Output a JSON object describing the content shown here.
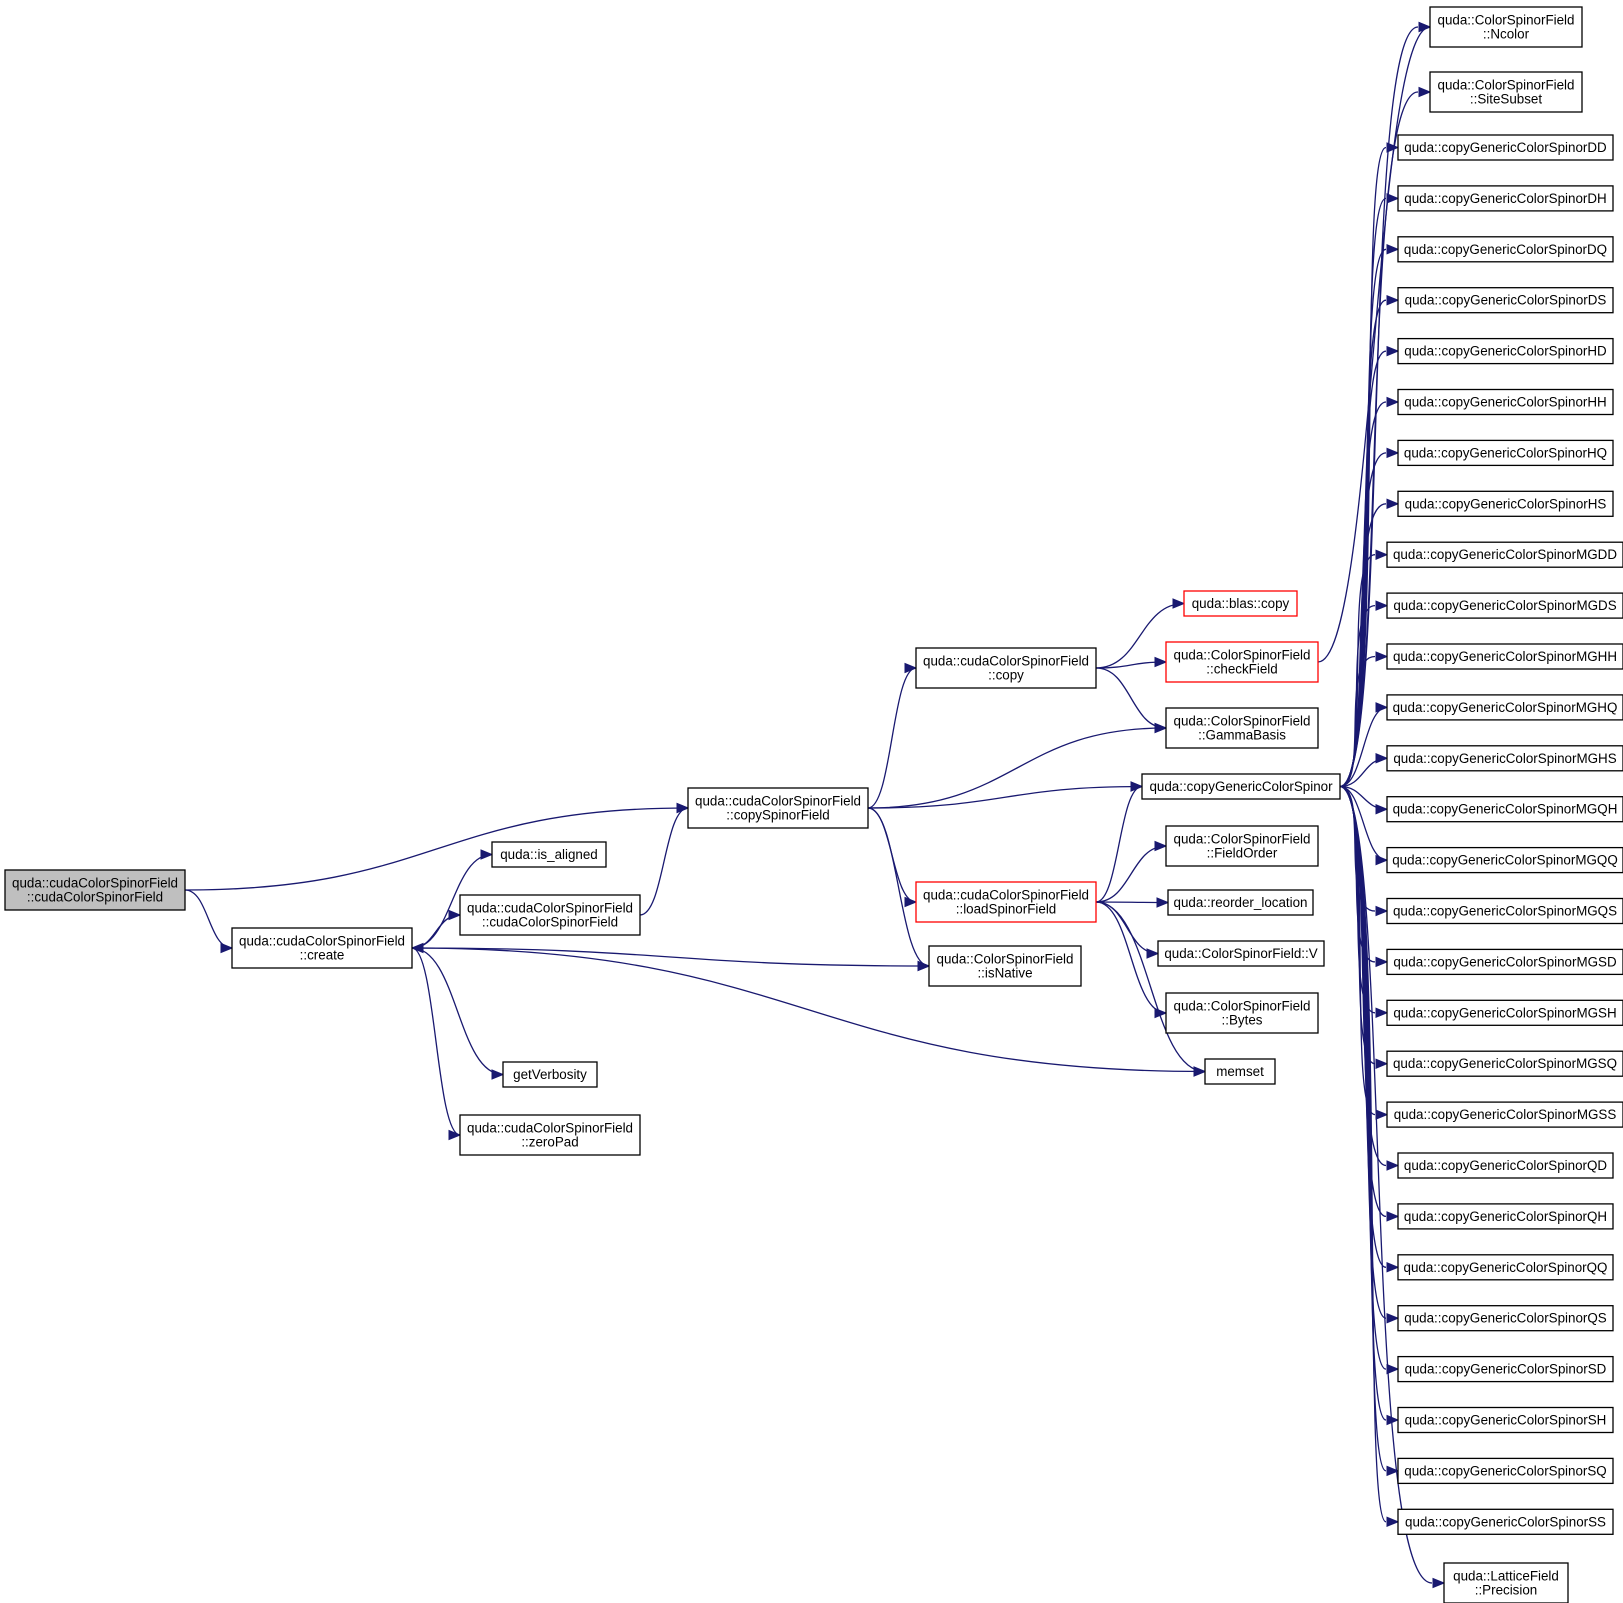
{
  "colors": {
    "edge": "#191970",
    "root_fill": "#bfbfbf",
    "highlight_border": "#ff0000"
  },
  "nodes": {
    "root": {
      "lines": [
        "quda::cudaColorSpinorField",
        "::cudaColorSpinorField"
      ]
    },
    "create": {
      "lines": [
        "quda::cudaColorSpinorField",
        "::create"
      ]
    },
    "is_aligned": {
      "lines": [
        "quda::is_aligned"
      ]
    },
    "ccsf2": {
      "lines": [
        "quda::cudaColorSpinorField",
        "::cudaColorSpinorField"
      ]
    },
    "getVerb": {
      "lines": [
        "getVerbosity"
      ]
    },
    "zeroPad": {
      "lines": [
        "quda::cudaColorSpinorField",
        "::zeroPad"
      ]
    },
    "copySF": {
      "lines": [
        "quda::cudaColorSpinorField",
        "::copySpinorField"
      ]
    },
    "copy": {
      "lines": [
        "quda::cudaColorSpinorField",
        "::copy"
      ]
    },
    "loadSF": {
      "lines": [
        "quda::cudaColorSpinorField",
        "::loadSpinorField"
      ]
    },
    "isNative": {
      "lines": [
        "quda::ColorSpinorField",
        "::isNative"
      ]
    },
    "blasCopy": {
      "lines": [
        "quda::blas::copy"
      ]
    },
    "checkField": {
      "lines": [
        "quda::ColorSpinorField",
        "::checkField"
      ]
    },
    "gamma": {
      "lines": [
        "quda::ColorSpinorField",
        "::GammaBasis"
      ]
    },
    "cgcs": {
      "lines": [
        "quda::copyGenericColorSpinor"
      ]
    },
    "fieldOrder": {
      "lines": [
        "quda::ColorSpinorField",
        "::FieldOrder"
      ]
    },
    "reorder": {
      "lines": [
        "quda::reorder_location"
      ]
    },
    "V": {
      "lines": [
        "quda::ColorSpinorField::V"
      ]
    },
    "bytes": {
      "lines": [
        "quda::ColorSpinorField",
        "::Bytes"
      ]
    },
    "memset": {
      "lines": [
        "memset"
      ]
    },
    "ncolor": {
      "lines": [
        "quda::ColorSpinorField",
        "::Ncolor"
      ]
    },
    "siteSubset": {
      "lines": [
        "quda::ColorSpinorField",
        "::SiteSubset"
      ]
    },
    "DD": {
      "lines": [
        "quda::copyGenericColorSpinorDD"
      ]
    },
    "DH": {
      "lines": [
        "quda::copyGenericColorSpinorDH"
      ]
    },
    "DQ": {
      "lines": [
        "quda::copyGenericColorSpinorDQ"
      ]
    },
    "DS": {
      "lines": [
        "quda::copyGenericColorSpinorDS"
      ]
    },
    "HD": {
      "lines": [
        "quda::copyGenericColorSpinorHD"
      ]
    },
    "HH": {
      "lines": [
        "quda::copyGenericColorSpinorHH"
      ]
    },
    "HQ": {
      "lines": [
        "quda::copyGenericColorSpinorHQ"
      ]
    },
    "HS": {
      "lines": [
        "quda::copyGenericColorSpinorHS"
      ]
    },
    "MGDD": {
      "lines": [
        "quda::copyGenericColorSpinorMGDD"
      ]
    },
    "MGDS": {
      "lines": [
        "quda::copyGenericColorSpinorMGDS"
      ]
    },
    "MGHH": {
      "lines": [
        "quda::copyGenericColorSpinorMGHH"
      ]
    },
    "MGHQ": {
      "lines": [
        "quda::copyGenericColorSpinorMGHQ"
      ]
    },
    "MGHS": {
      "lines": [
        "quda::copyGenericColorSpinorMGHS"
      ]
    },
    "MGQH": {
      "lines": [
        "quda::copyGenericColorSpinorMGQH"
      ]
    },
    "MGQQ": {
      "lines": [
        "quda::copyGenericColorSpinorMGQQ"
      ]
    },
    "MGQS": {
      "lines": [
        "quda::copyGenericColorSpinorMGQS"
      ]
    },
    "MGSD": {
      "lines": [
        "quda::copyGenericColorSpinorMGSD"
      ]
    },
    "MGSH": {
      "lines": [
        "quda::copyGenericColorSpinorMGSH"
      ]
    },
    "MGSQ": {
      "lines": [
        "quda::copyGenericColorSpinorMGSQ"
      ]
    },
    "MGSS": {
      "lines": [
        "quda::copyGenericColorSpinorMGSS"
      ]
    },
    "QD": {
      "lines": [
        "quda::copyGenericColorSpinorQD"
      ]
    },
    "QH": {
      "lines": [
        "quda::copyGenericColorSpinorQH"
      ]
    },
    "QQ": {
      "lines": [
        "quda::copyGenericColorSpinorQQ"
      ]
    },
    "QS": {
      "lines": [
        "quda::copyGenericColorSpinorQS"
      ]
    },
    "SD": {
      "lines": [
        "quda::copyGenericColorSpinorSD"
      ]
    },
    "SH": {
      "lines": [
        "quda::copyGenericColorSpinorSH"
      ]
    },
    "SQ": {
      "lines": [
        "quda::copyGenericColorSpinorSQ"
      ]
    },
    "SS": {
      "lines": [
        "quda::copyGenericColorSpinorSS"
      ]
    },
    "precision": {
      "lines": [
        "quda::LatticeField",
        "::Precision"
      ]
    }
  }
}
